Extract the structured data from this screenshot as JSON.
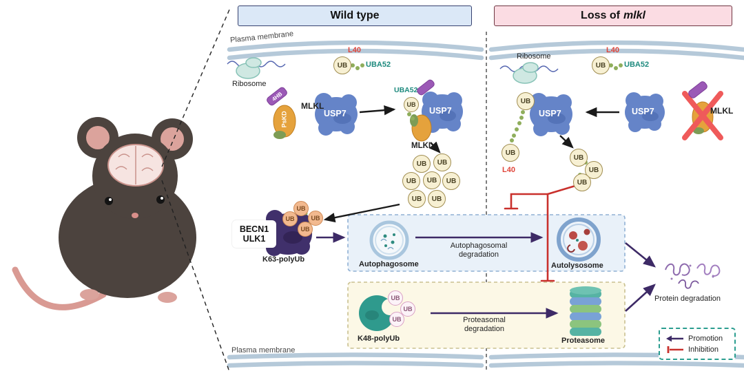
{
  "headers": {
    "wild_type": "Wild type",
    "loss_prefix": "Loss of",
    "loss_gene": "mlkl"
  },
  "labels": {
    "plasma_membrane": "Plasma membrane",
    "ribosome": "Ribosome",
    "ub": "UB",
    "l40": "L40",
    "uba52": "UBA52",
    "usp7": "USP7",
    "mlkl": "MLKL",
    "fourhb": "4HB",
    "pskd": "PsKD",
    "becn1": "BECN1",
    "ulk1": "ULK1",
    "k63_polyub": "K63-polyUb",
    "k48_polyub": "K48-polyUb",
    "autophagosome": "Autophagosome",
    "autophagosomal_degradation": "Autophagosomal degradation",
    "autolysosome": "Autolysosome",
    "proteasomal_degradation": "Proteasomal degradation",
    "proteasome": "Proteasome",
    "protein_degradation": "Protein degradation"
  },
  "legend": {
    "promotion": "Promotion",
    "inhibition": "Inhibition"
  },
  "colors": {
    "promotion_arrow": "#3d2a66",
    "inhibition_arrow": "#c9302c",
    "usp7_blob": "#6584c8",
    "ubiquitin_fill": "#f7f0d3",
    "mlkl_pskd": "#e5a23c",
    "mlkl_4hb": "#9b59b6",
    "uba52_text": "#1e8a7e",
    "l40_text": "#e0453a",
    "wild_type_header_bg": "#dbe8f7",
    "loss_header_bg": "#fbdce3",
    "becn1_ulk1_blob": "#40306b",
    "k48_blob": "#2f9a8d",
    "membrane": "#b5c9d9"
  }
}
